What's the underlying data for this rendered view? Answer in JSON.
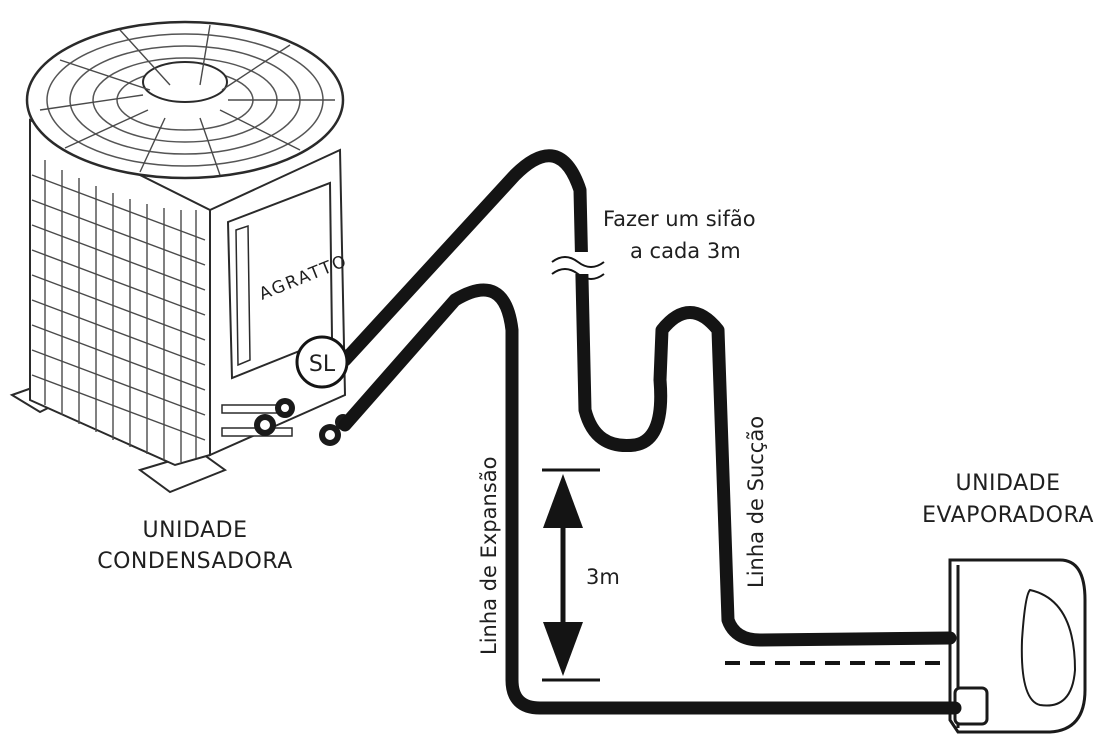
{
  "condensing_unit": {
    "label_line1": "UNIDADE",
    "label_line2": "CONDENSADORA",
    "brand": "AGRATTO",
    "valve_marker": "SL"
  },
  "evaporator_unit": {
    "label_line1": "UNIDADE",
    "label_line2": "EVAPORADORA"
  },
  "annotations": {
    "trap_note_line1": "Fazer um sifão",
    "trap_note_line2": "a cada 3m",
    "height_label": "3m"
  },
  "lines": {
    "expansion": "Linha de Expansão",
    "suction": "Linha de Sucção"
  }
}
